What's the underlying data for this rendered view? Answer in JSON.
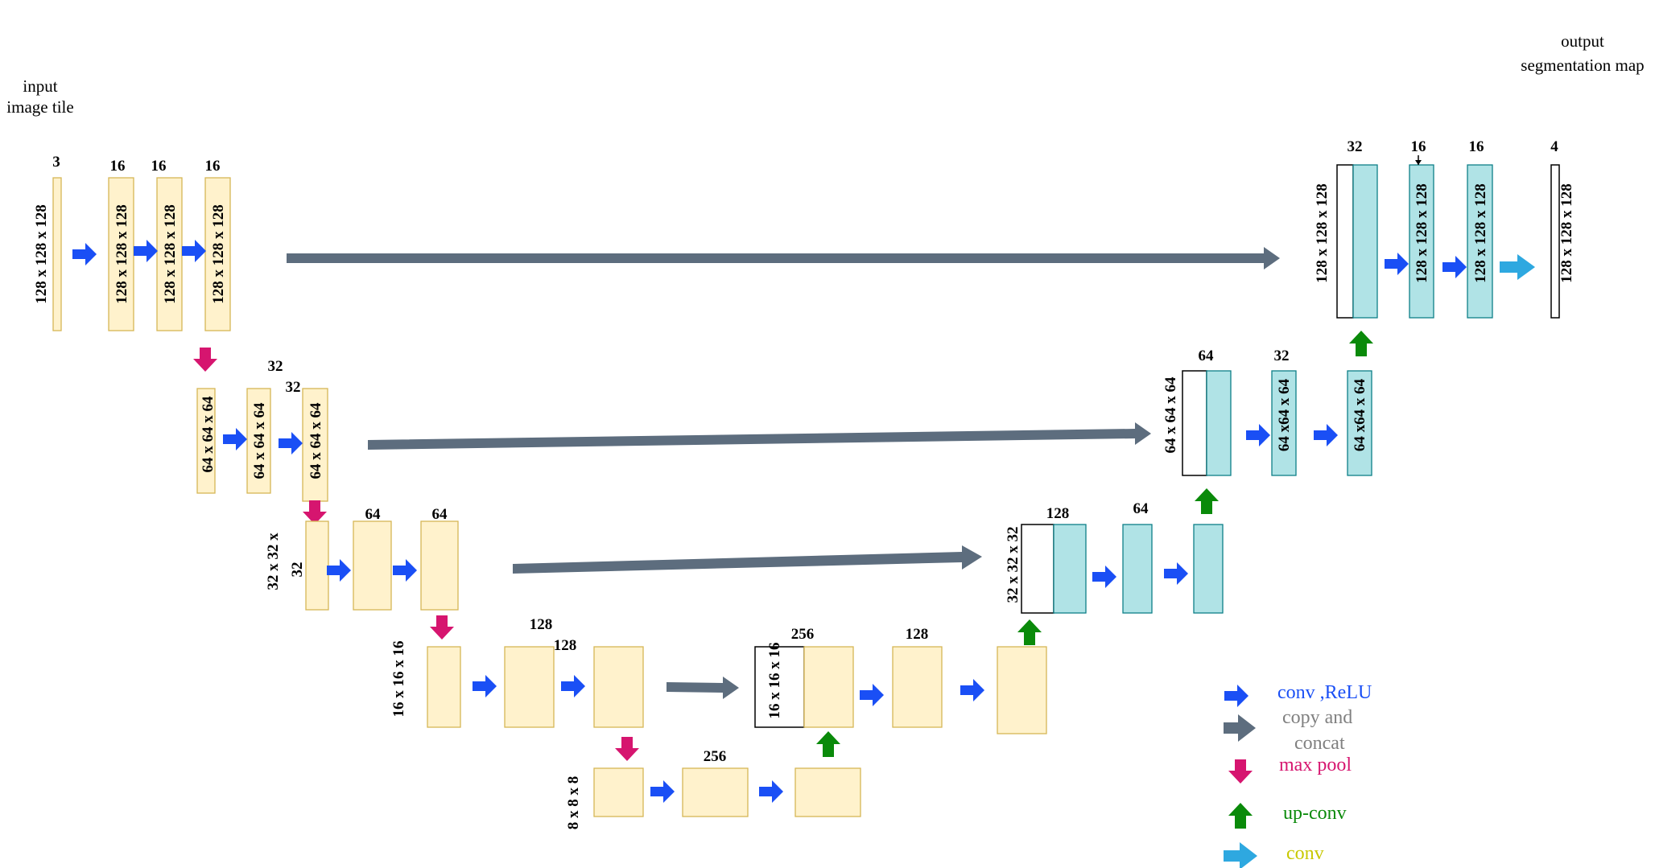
{
  "captions": {
    "input_line1": "input",
    "input_line2": "image tile",
    "output_line1": "output",
    "output_line2": "segmentation map"
  },
  "channels": {
    "in": "3",
    "e1a": "16",
    "e1b": "16",
    "e1c": "16",
    "e2a": "32",
    "e2b": "32",
    "e3a": "64",
    "e3b": "64",
    "e4a": "128",
    "e4b": "128",
    "bott": "256",
    "d4concat": "256",
    "d4b": "128",
    "d3concat": "128",
    "d3b": "64",
    "d2concat": "64",
    "d2b": "32",
    "d1concat": "32",
    "d1b": "16",
    "d1c": "16",
    "out": "4"
  },
  "dims": {
    "in": "128 x 128 x 128",
    "e1a": "128 x 128 x 128",
    "e1b": "128 x 128 x 128",
    "e1c": "128 x 128 x 128",
    "e2a": "64 x 64 x 64",
    "e2b": "64 x 64 x 64",
    "e2c": "64 x 64 x 64",
    "e3_line1": "32 x 32 x",
    "e3_line2": "32",
    "e4": "16 x 16 x 16",
    "bott": "8 x 8 x 8",
    "d4": "16 x 16 x 16",
    "d3": "32 x 32 x 32",
    "d2a": "64 x 64 x 64",
    "d2b": "64 x64 x 64",
    "d2c": "64 x64 x 64",
    "d1a": "128 x 128 x 128",
    "d1b": "128 x 128 x 128",
    "d1c": "128 x 128 x 128",
    "out": "128 x 128 x 128"
  },
  "legend": {
    "conv_relu": "conv ,ReLU",
    "copy_line1": "copy and",
    "copy_line2": "concat",
    "max_pool": "max pool",
    "up_conv": "up-conv",
    "conv": "conv"
  },
  "colors": {
    "conv_relu": "#1a4ff5",
    "copy_concat": "#5d6d7e",
    "max_pool": "#d6156f",
    "up_conv": "#0a8a0a",
    "conv": "#2ea8e0",
    "encoder_fill": "#fff2cc",
    "decoder_fill": "#b0e3e6",
    "legend_copy_text": "#808080",
    "legend_conv_text": "#c8c800"
  },
  "icons": [
    "right-arrow-icon",
    "down-arrow-icon",
    "up-arrow-icon",
    "long-arrow-icon"
  ]
}
